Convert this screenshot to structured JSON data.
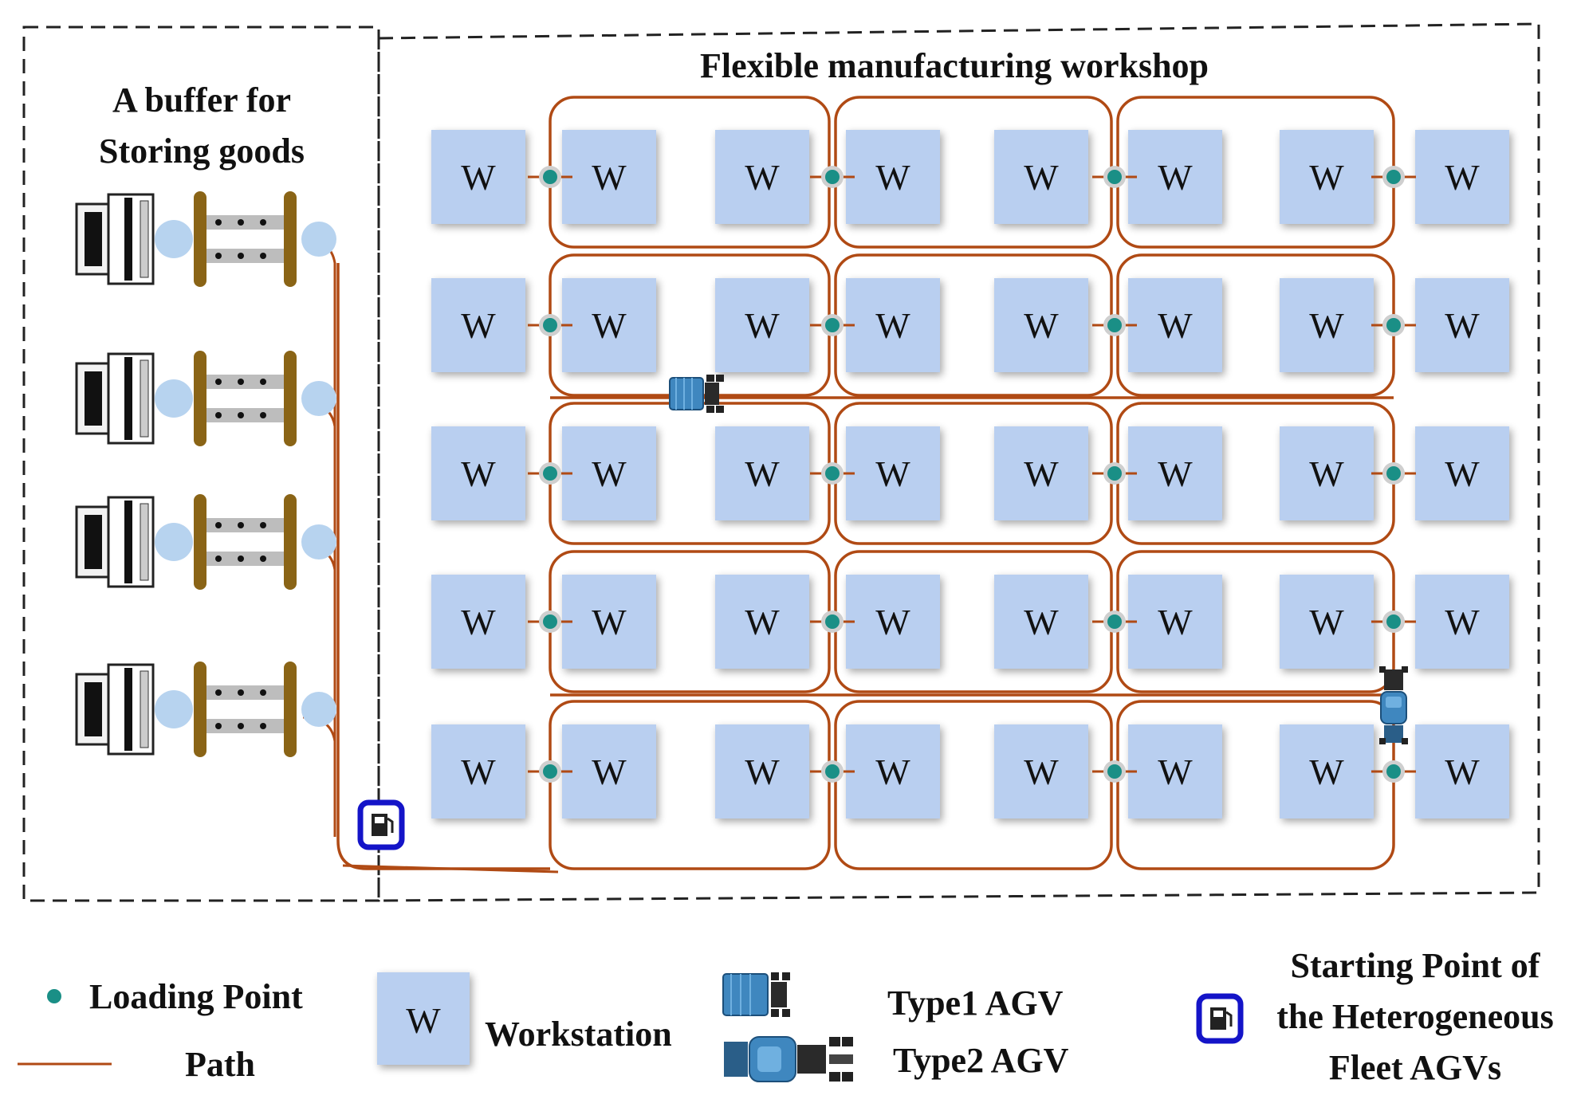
{
  "buffer": {
    "title_line1": "A buffer for",
    "title_line2": "Storing goods"
  },
  "workshop": {
    "title": "Flexible manufacturing workshop",
    "workstation_label": "W",
    "rows": 5,
    "workstations_per_row": 8
  },
  "legend": {
    "loading_point": "Loading Point",
    "path": "Path",
    "workstation_symbol": "W",
    "workstation": "Workstation",
    "type1_agv": "Type1  AGV",
    "type2_agv": "Type2 AGV",
    "start_line1": "Starting Point of",
    "start_line2": "the Heterogeneous",
    "start_line3": "Fleet AGVs"
  },
  "colors": {
    "path": "#b04a14",
    "workstation_fill": "#b9cff0",
    "loading_point": "#1a8f86",
    "rack": "#8a6416",
    "start_point_border": "#1414c8",
    "agv_body": "#3f87bf"
  }
}
